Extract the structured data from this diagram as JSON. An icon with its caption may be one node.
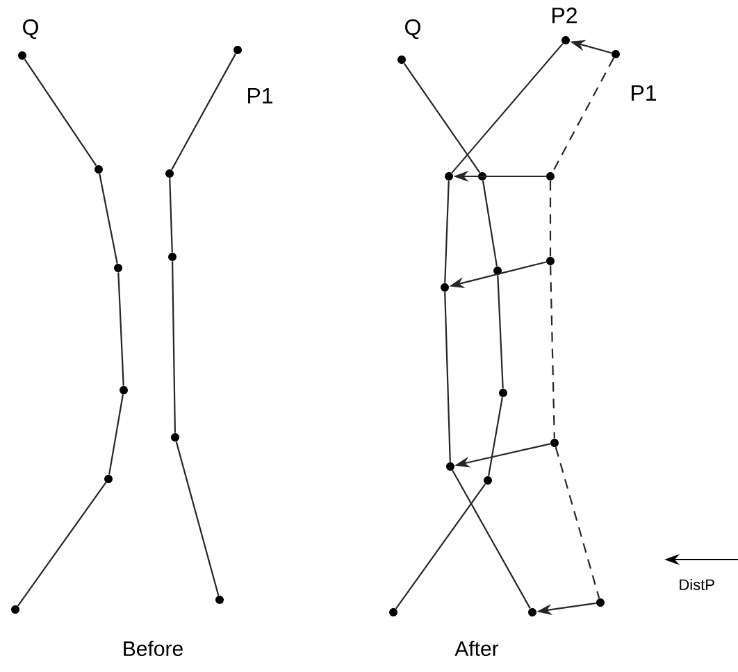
{
  "diagram": {
    "nodes": [
      {
        "text": [],
        "shape": "circle"
      },
      {
        "text": [],
        "shape": "circle"
      },
      {
        "text": [],
        "shape": "circle"
      },
      {
        "text": [],
        "shape": "circle"
      },
      {
        "text": [],
        "shape": "circle"
      },
      {
        "text": [],
        "shape": "circle"
      },
      {
        "text": [],
        "shape": "circle"
      },
      {
        "text": [],
        "shape": "circle"
      },
      {
        "text": [],
        "shape": "circle"
      },
      {
        "text": [],
        "shape": "circle"
      },
      {
        "text": [],
        "shape": "circle"
      },
      {
        "text": [],
        "shape": "circle"
      },
      {
        "text": [],
        "shape": "circle"
      },
      {
        "text": [],
        "shape": "circle"
      },
      {
        "text": [],
        "shape": "circle"
      },
      {
        "text": [],
        "shape": "circle"
      },
      {
        "text": [],
        "shape": "circle"
      },
      {
        "text": [],
        "shape": "circle"
      },
      {
        "text": [],
        "shape": "circle"
      },
      {
        "text": [],
        "shape": "circle"
      },
      {
        "text": [],
        "shape": "circle"
      },
      {
        "text": [],
        "shape": "circle"
      },
      {
        "text": [],
        "shape": "circle"
      },
      {
        "text": [],
        "shape": "circle"
      },
      {
        "text": [],
        "shape": "circle"
      },
      {
        "text": [],
        "shape": "circle"
      },
      {
        "text": [],
        "shape": "circle"
      }
    ],
    "edges": [
      {
        "from": 0,
        "to": 1,
        "arrow": "none"
      },
      {
        "from": 1,
        "to": 2,
        "arrow": "none"
      },
      {
        "from": 2,
        "to": 3,
        "arrow": "none"
      },
      {
        "from": 3,
        "to": 4,
        "arrow": "none"
      },
      {
        "from": 4,
        "to": 5,
        "arrow": "none"
      },
      {
        "from": 6,
        "to": 7,
        "arrow": "none"
      },
      {
        "from": 7,
        "to": 8,
        "arrow": "none"
      },
      {
        "from": 8,
        "to": 9,
        "arrow": "none"
      },
      {
        "from": 9,
        "to": 10,
        "arrow": "none"
      },
      {
        "from": 11,
        "to": 12,
        "arrow": "none"
      },
      {
        "from": 12,
        "to": 13,
        "arrow": "none"
      },
      {
        "from": 13,
        "to": 14,
        "arrow": "none"
      },
      {
        "from": 14,
        "to": 15,
        "arrow": "none"
      },
      {
        "from": 15,
        "to": 16,
        "arrow": "none"
      },
      {
        "from": 17,
        "to": 18,
        "arrow": "none"
      },
      {
        "from": 18,
        "to": 19,
        "arrow": "none"
      },
      {
        "from": 19,
        "to": 20,
        "arrow": "none"
      },
      {
        "from": 20,
        "to": 21,
        "arrow": "none"
      },
      {
        "from": 22,
        "to": 23,
        "arrow": "none",
        "style": "dashed"
      },
      {
        "from": 23,
        "to": 24,
        "arrow": "none",
        "style": "dashed"
      },
      {
        "from": 24,
        "to": 25,
        "arrow": "none",
        "style": "dashed"
      },
      {
        "from": 25,
        "to": 26,
        "arrow": "none",
        "style": "dashed"
      },
      {
        "from": 22,
        "to": 17,
        "arrow": "to"
      },
      {
        "from": 23,
        "to": 18,
        "arrow": "to"
      },
      {
        "from": 24,
        "to": 19,
        "arrow": "to"
      },
      {
        "from": 25,
        "to": 20,
        "arrow": "to"
      },
      {
        "from": 26,
        "to": 21,
        "arrow": "to"
      }
    ],
    "labels": [
      "Q",
      "P1",
      "Before",
      "Q",
      "P2",
      "P1",
      "After",
      "DistP"
    ]
  }
}
